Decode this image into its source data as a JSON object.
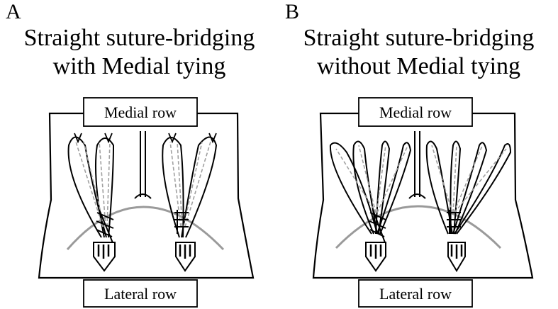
{
  "panels": [
    {
      "letter": "A",
      "title_line1": "Straight suture-bridging",
      "title_line2": "with Medial tying",
      "medial_label": "Medial row",
      "lateral_label": "Lateral row"
    },
    {
      "letter": "B",
      "title_line1": "Straight suture-bridging",
      "title_line2": "without Medial tying",
      "medial_label": "Medial row",
      "lateral_label": "Lateral row"
    }
  ],
  "colors": {
    "ink": "#000000",
    "bone_arc": "#9a9a9a",
    "hidden_suture": "#a0a0a0"
  }
}
